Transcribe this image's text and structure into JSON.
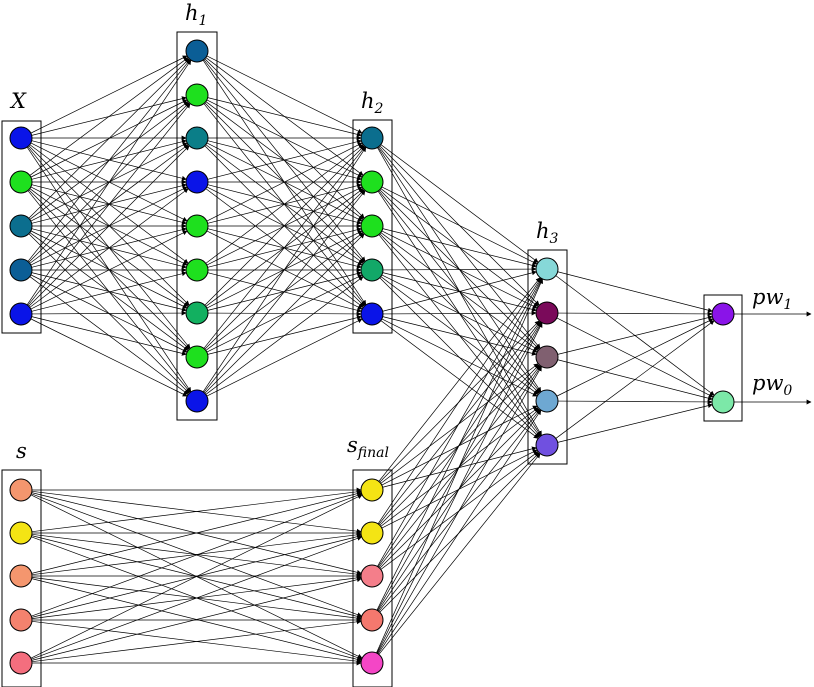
{
  "layers": {
    "X": {
      "label": "X",
      "subscript": "",
      "colors": [
        "#0a14e8",
        "#1ee01e",
        "#0b6e8e",
        "#0b5e96",
        "#0a14e8"
      ]
    },
    "h1": {
      "label": "h",
      "subscript": "1",
      "colors": [
        "#0b5e96",
        "#1ee01e",
        "#0b7e88",
        "#0a14e8",
        "#1ee01e",
        "#1ee01e",
        "#12b060",
        "#1ee01e",
        "#0a14e8"
      ]
    },
    "h2": {
      "label": "h",
      "subscript": "2",
      "colors": [
        "#0b6e8e",
        "#1ee01e",
        "#1ee01e",
        "#12a868",
        "#0a14e8"
      ]
    },
    "h3": {
      "label": "h",
      "subscript": "3",
      "colors": [
        "#86d8d8",
        "#7a0a5a",
        "#806070",
        "#6ea8d2",
        "#7050e0"
      ]
    },
    "s": {
      "label": "s",
      "subscript": "",
      "colors": [
        "#f4966e",
        "#f4e414",
        "#f4966e",
        "#f4826e",
        "#f46e7e"
      ]
    },
    "s_final": {
      "label": "s",
      "subscript": "final",
      "colors": [
        "#f4e414",
        "#f4e414",
        "#f47e8a",
        "#f4786e",
        "#f446c6"
      ]
    },
    "out": {
      "colors": [
        "#8a14e8",
        "#7ce8a8"
      ]
    }
  },
  "outputs": [
    {
      "label": "pw",
      "subscript": "1"
    },
    {
      "label": "pw",
      "subscript": "0"
    }
  ]
}
